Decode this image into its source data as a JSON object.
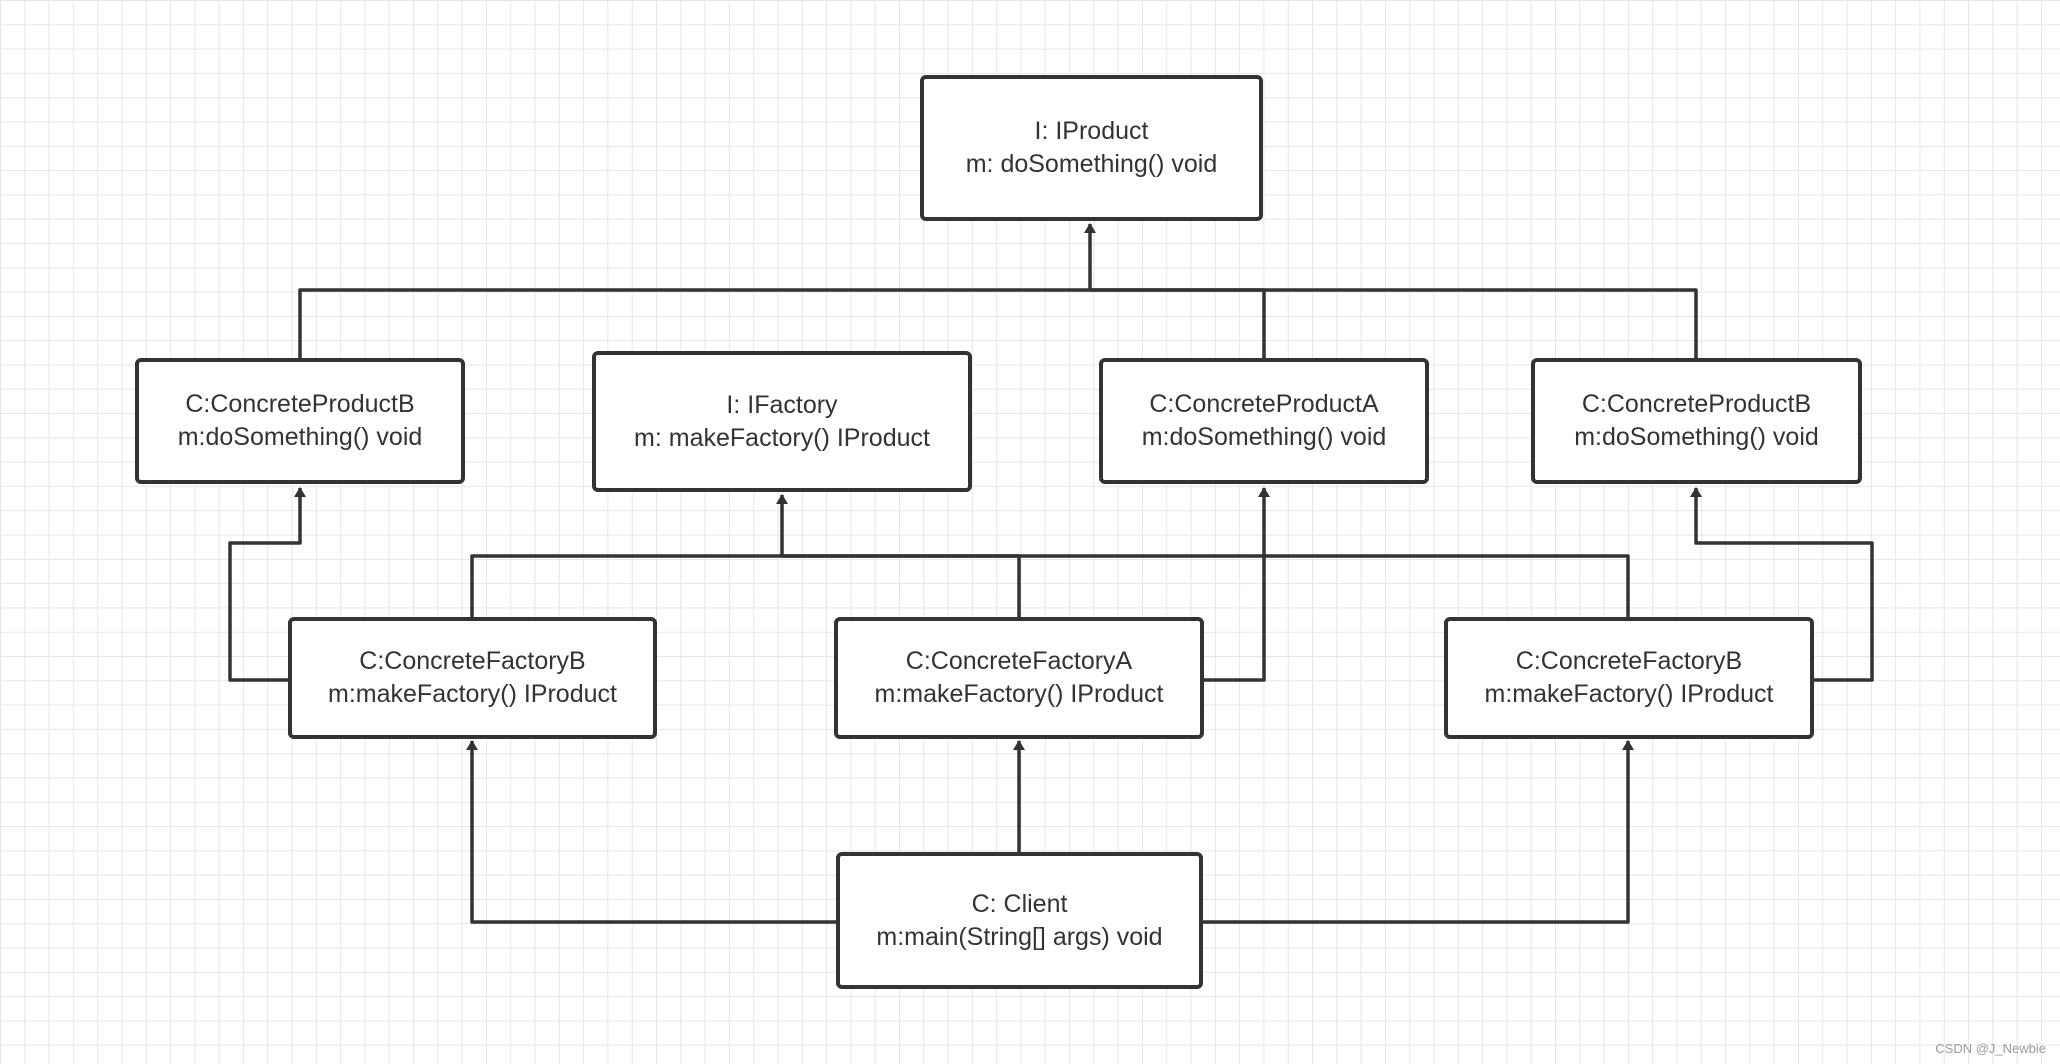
{
  "diagram": {
    "nodes": [
      {
        "id": "iproduct",
        "line1": "I: IProduct",
        "line2": "m: doSomething() void"
      },
      {
        "id": "product-b-left",
        "line1": "C:ConcreteProductB",
        "line2": "m:doSomething() void"
      },
      {
        "id": "ifactory",
        "line1": "I: IFactory",
        "line2": "m: makeFactory() IProduct"
      },
      {
        "id": "product-a",
        "line1": "C:ConcreteProductA",
        "line2": "m:doSomething() void"
      },
      {
        "id": "product-b-right",
        "line1": "C:ConcreteProductB",
        "line2": "m:doSomething() void"
      },
      {
        "id": "factory-b-left",
        "line1": "C:ConcreteFactoryB",
        "line2": "m:makeFactory() IProduct"
      },
      {
        "id": "factory-a",
        "line1": "C:ConcreteFactoryA",
        "line2": "m:makeFactory() IProduct"
      },
      {
        "id": "factory-b-right",
        "line1": "C:ConcreteFactoryB",
        "line2": "m:makeFactory() IProduct"
      },
      {
        "id": "client",
        "line1": "C: Client",
        "line2": "m:main(String[] args) void"
      }
    ],
    "edges": [
      {
        "from": "product-b-left",
        "to": "iproduct"
      },
      {
        "from": "product-a",
        "to": "iproduct"
      },
      {
        "from": "product-b-right",
        "to": "iproduct"
      },
      {
        "from": "factory-b-left",
        "to": "ifactory"
      },
      {
        "from": "factory-a",
        "to": "ifactory"
      },
      {
        "from": "factory-b-right",
        "to": "ifactory"
      },
      {
        "from": "factory-b-left",
        "to": "product-b-left"
      },
      {
        "from": "factory-a",
        "to": "product-a"
      },
      {
        "from": "factory-b-right",
        "to": "product-b-right"
      },
      {
        "from": "client",
        "to": "factory-b-left"
      },
      {
        "from": "client",
        "to": "factory-a"
      },
      {
        "from": "client",
        "to": "factory-b-right"
      }
    ]
  },
  "watermark": "CSDN @J_Newbie",
  "colors": {
    "line": "#333333",
    "grid": "#e6e6e6",
    "background": "#ffffff"
  }
}
